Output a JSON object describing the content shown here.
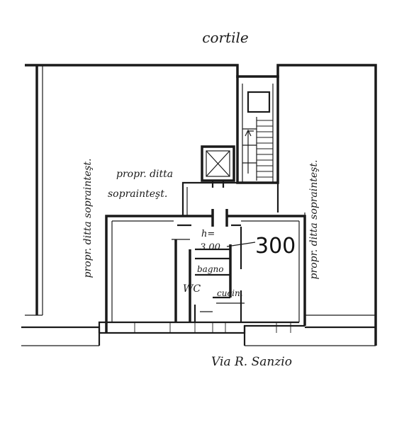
{
  "labels": {
    "courtyard": "cortile",
    "street": "Via R. Sanzio",
    "left_neighbor": "propr. ditta soprainteşt.",
    "right_neighbor": "propr. ditta soprainteşt.",
    "top_neighbor_line1": "propr. ditta",
    "top_neighbor_line2": "soprainteşt.",
    "height_label": "h=",
    "height_value": "3.00",
    "unit_number": "300",
    "bathroom": "bagno",
    "wc": "WC",
    "kitchen": "cucin."
  },
  "colors": {
    "ink": "#1a1a1a",
    "paper": "#ffffff"
  }
}
